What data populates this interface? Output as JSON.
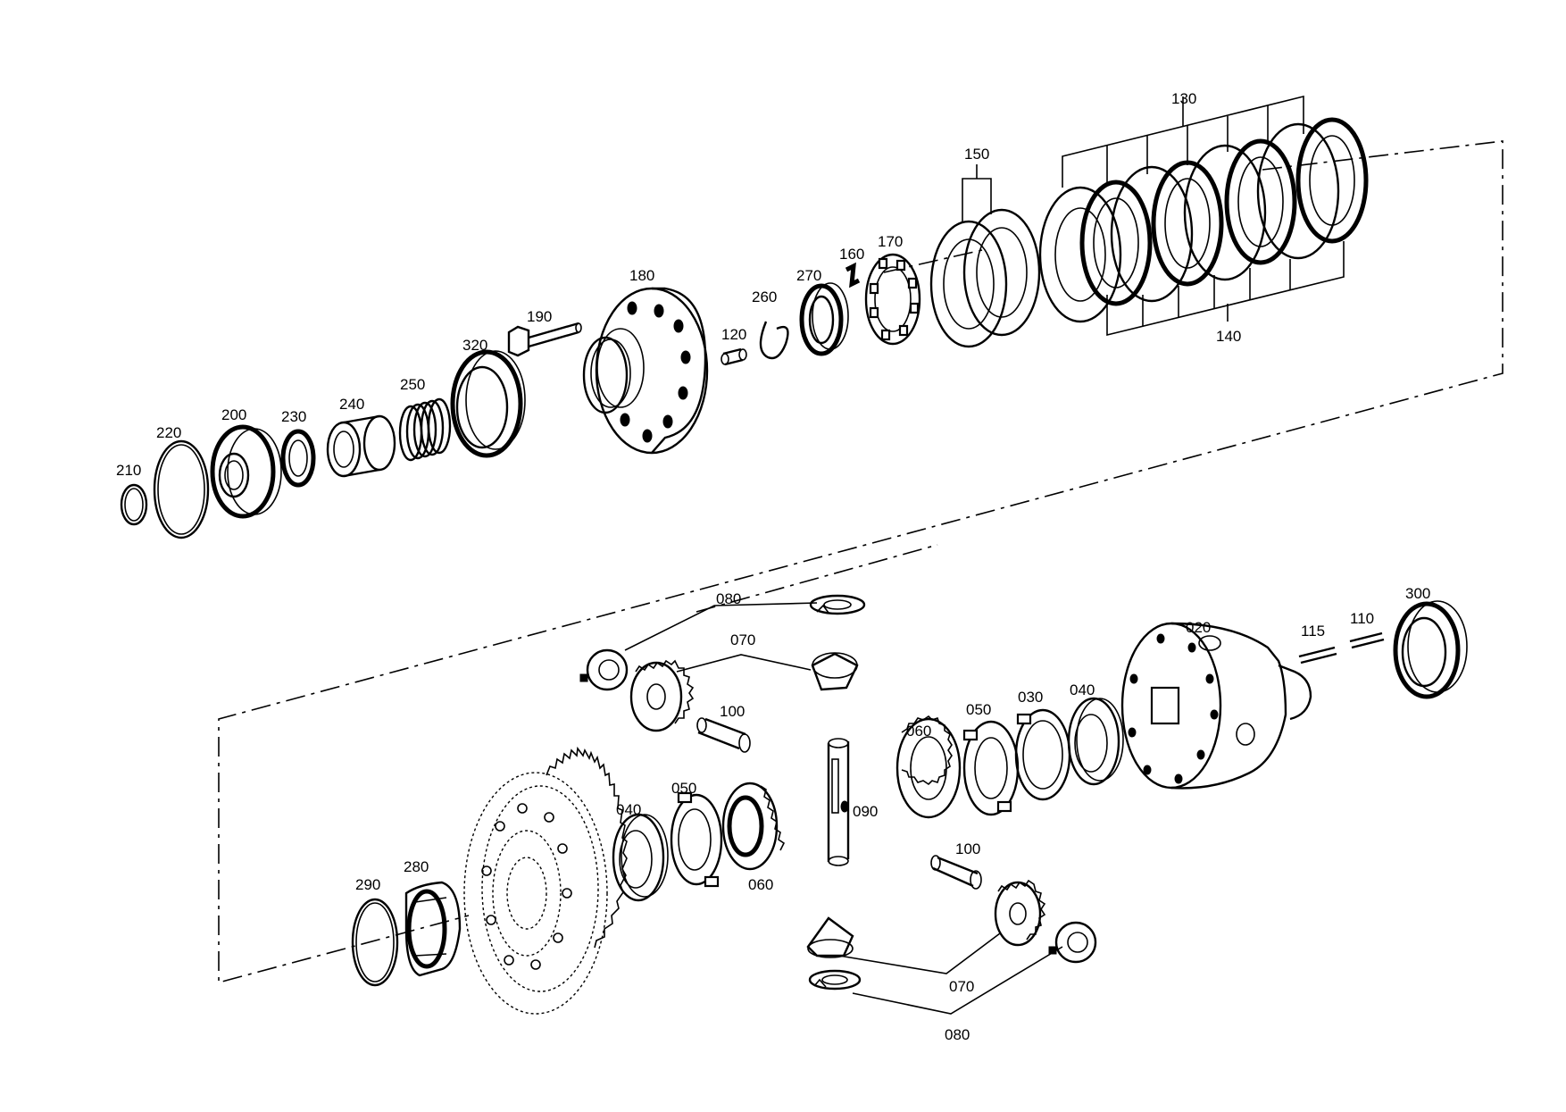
{
  "parts": {
    "p210": "210",
    "p220": "220",
    "p200": "200",
    "p230": "230",
    "p240": "240",
    "p250": "250",
    "p320": "320",
    "p190": "190",
    "p180": "180",
    "p120": "120",
    "p260": "260",
    "p270": "270",
    "p160": "160",
    "p170": "170",
    "p150": "150",
    "p130": "130",
    "p140": "140",
    "p080_top": "080",
    "p070_top": "070",
    "p100_top": "100",
    "p020": "020",
    "p115": "115",
    "p110": "110",
    "p300": "300",
    "p060_right": "060",
    "p050_right": "050",
    "p030": "030",
    "p040_right": "040",
    "p090": "090",
    "p040_left": "040",
    "p050_left": "050",
    "p060_left": "060",
    "p290": "290",
    "p280": "280",
    "p100_bottom": "100",
    "p070_bottom": "070",
    "p080_bottom": "080"
  }
}
